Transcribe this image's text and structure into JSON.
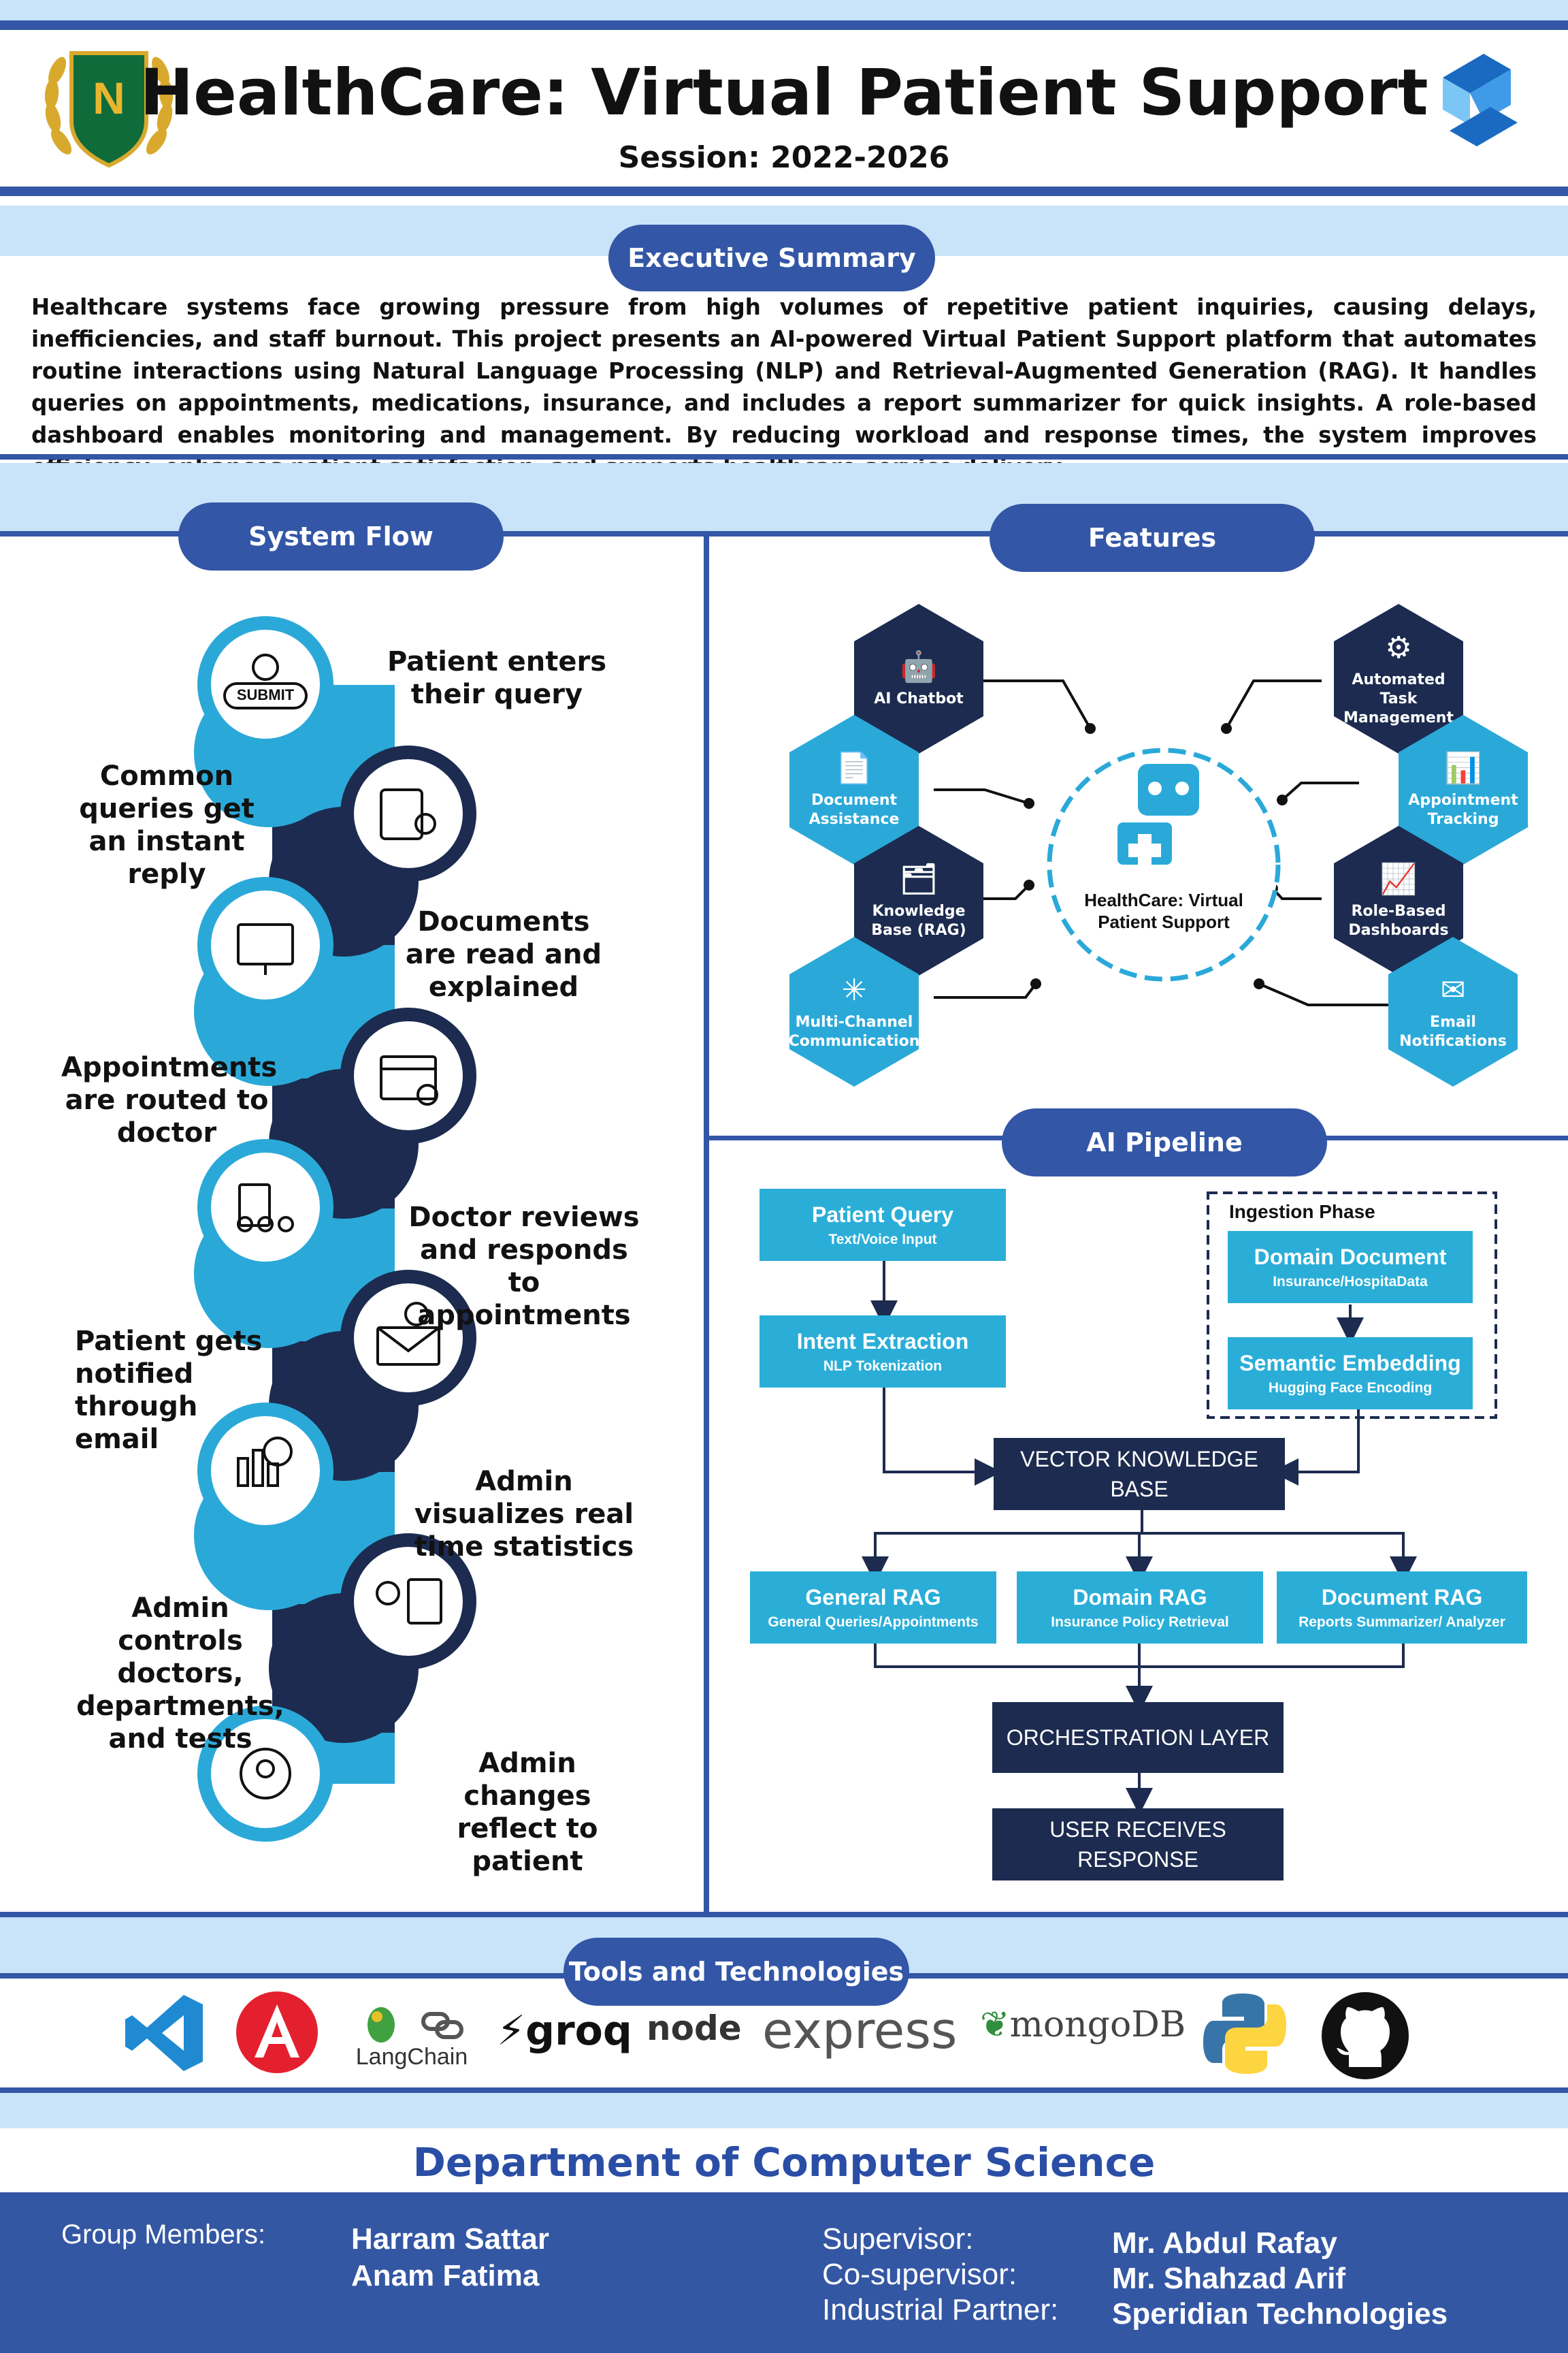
{
  "header": {
    "title": "HealthCare: Virtual Patient Support",
    "session": "Session: 2022-2026",
    "logo_letter": "N"
  },
  "executive_summary": {
    "heading": "Executive Summary",
    "text": "Healthcare systems face growing pressure from high volumes of repetitive patient inquiries, causing delays, inefficiencies, and staff burnout. This project presents an AI-powered Virtual Patient Support platform that automates routine interactions using Natural Language Processing (NLP) and Retrieval-Augmented Generation (RAG). It handles queries on appointments, medications, insurance, and includes a report summarizer for quick insights. A role-based dashboard enables monitoring and management. By reducing workload and response times, the system improves efficiency, enhances patient satisfaction, and supports healthcare service delivery."
  },
  "system_flow": {
    "heading": "System Flow",
    "submit_label": "SUBMIT",
    "steps": [
      "Patient enters their query",
      "Common queries get an instant reply",
      "Documents are read and explained",
      "Appointments are routed to doctor",
      "Doctor reviews and responds to appointments",
      "Patient gets notified through email",
      "Admin visualizes real time statistics",
      "Admin controls doctors, departments, and tests",
      "Admin changes reflect to patient"
    ]
  },
  "features": {
    "heading": "Features",
    "center": "HealthCare: Virtual Patient Support",
    "items": [
      "AI Chatbot",
      "Document Assistance",
      "Knowledge Base (RAG)",
      "Multi-Channel Communication",
      "Automated Task Management",
      "Appointment Tracking",
      "Role-Based Dashboards",
      "Email Notifications"
    ]
  },
  "pipeline": {
    "heading": "AI Pipeline",
    "patient_query": {
      "title": "Patient Query",
      "sub": "Text/Voice Input"
    },
    "intent": {
      "title": "Intent Extraction",
      "sub": "NLP Tokenization"
    },
    "ingestion_label": "Ingestion Phase",
    "domain_doc": {
      "title": "Domain Document",
      "sub": "Insurance/HospitaData"
    },
    "semantic": {
      "title": "Semantic Embedding",
      "sub": "Hugging Face Encoding"
    },
    "vector": [
      "VECTOR KNOWLEDGE",
      "BASE"
    ],
    "general_rag": {
      "title": "General RAG",
      "sub": "General Queries/Appointments"
    },
    "domain_rag": {
      "title": "Domain RAG",
      "sub": "Insurance Policy Retrieval"
    },
    "document_rag": {
      "title": "Document RAG",
      "sub": "Reports Summarizer/ Analyzer"
    },
    "orchestration": "ORCHESTRATION LAYER",
    "response": [
      "USER RECEIVES",
      "RESPONSE"
    ]
  },
  "tools": {
    "heading": "Tools and Technologies",
    "items": [
      "vscode",
      "angular",
      "LangChain",
      "groq",
      "node",
      "express",
      "mongoDB",
      "python",
      "github"
    ]
  },
  "footer": {
    "department": "Department of Computer Science",
    "group_label": "Group Members:",
    "members": [
      "Harram Sattar",
      "Anam Fatima"
    ],
    "supervisor_label": "Supervisor:",
    "cosupervisor_label": "Co-supervisor:",
    "partner_label": "Industrial Partner:",
    "supervisor": "Mr. Abdul Rafay",
    "cosupervisor": "Mr. Shahzad Arif",
    "partner": "Speridian Technologies"
  },
  "colors": {
    "primary": "#3356a6",
    "navy": "#1c2b4f",
    "cyan": "#2aa9d9",
    "light_band": "#c9e4f8"
  }
}
